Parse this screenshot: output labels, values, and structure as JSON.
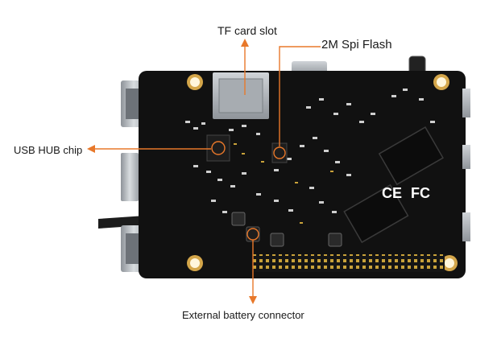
{
  "callouts": {
    "tf_card_slot": "TF card slot",
    "spi_flash": "2M Spi Flash",
    "usb_hub_chip": "USB HUB chip",
    "battery_connector": "External battery connector"
  },
  "board_marks": {
    "ce_mark": "CE",
    "fcc_mark": "FC"
  },
  "colors": {
    "callout_line": "#e8782a",
    "pcb": "#111111",
    "connector_metal": "#b9bdc2",
    "label_text": "#1a1a1a"
  }
}
